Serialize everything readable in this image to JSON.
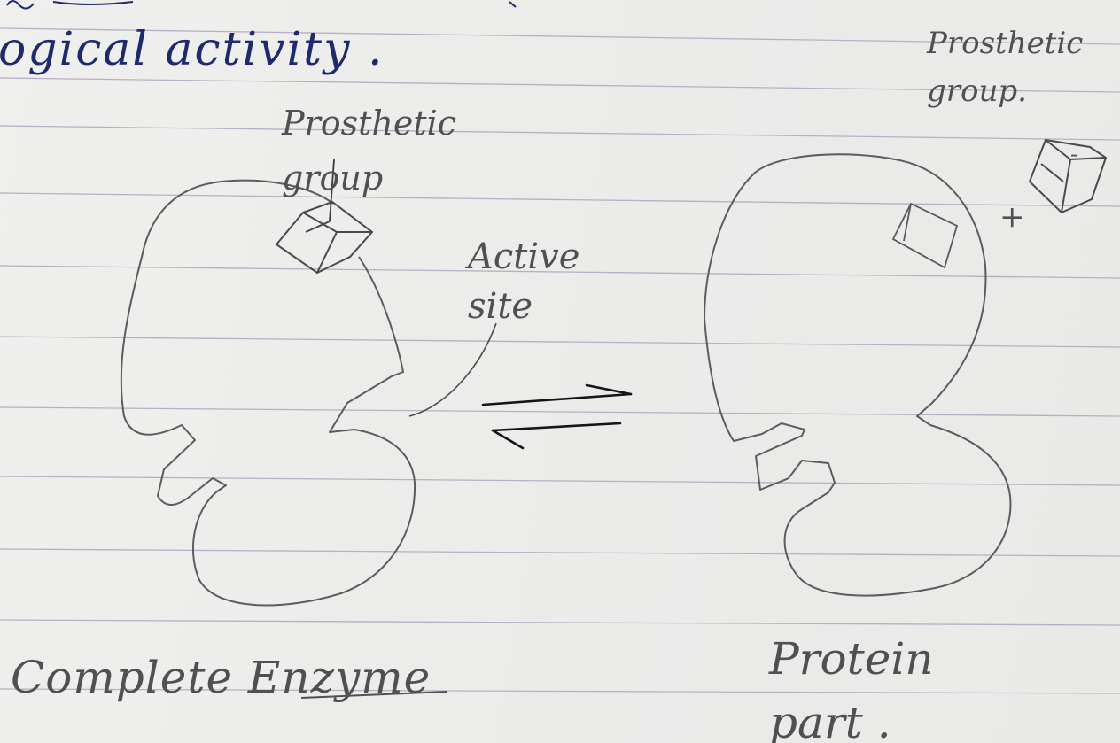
{
  "text": {
    "top_fragment": "ogical activity .",
    "prosthetic_group_left": "Prosthetic group",
    "active_site": "Active site",
    "prosthetic_group_right": "Prosthetic group.",
    "plus_sign": "+",
    "minus_sign": "-",
    "complete_enzyme": "Complete Enzyme",
    "protein_part": "Protein part ."
  },
  "colors": {
    "paper": "#ececea",
    "rule_line": "#bdb2c4",
    "blue_ink": "#1e2a6b",
    "pencil": "#5a5a5a"
  }
}
